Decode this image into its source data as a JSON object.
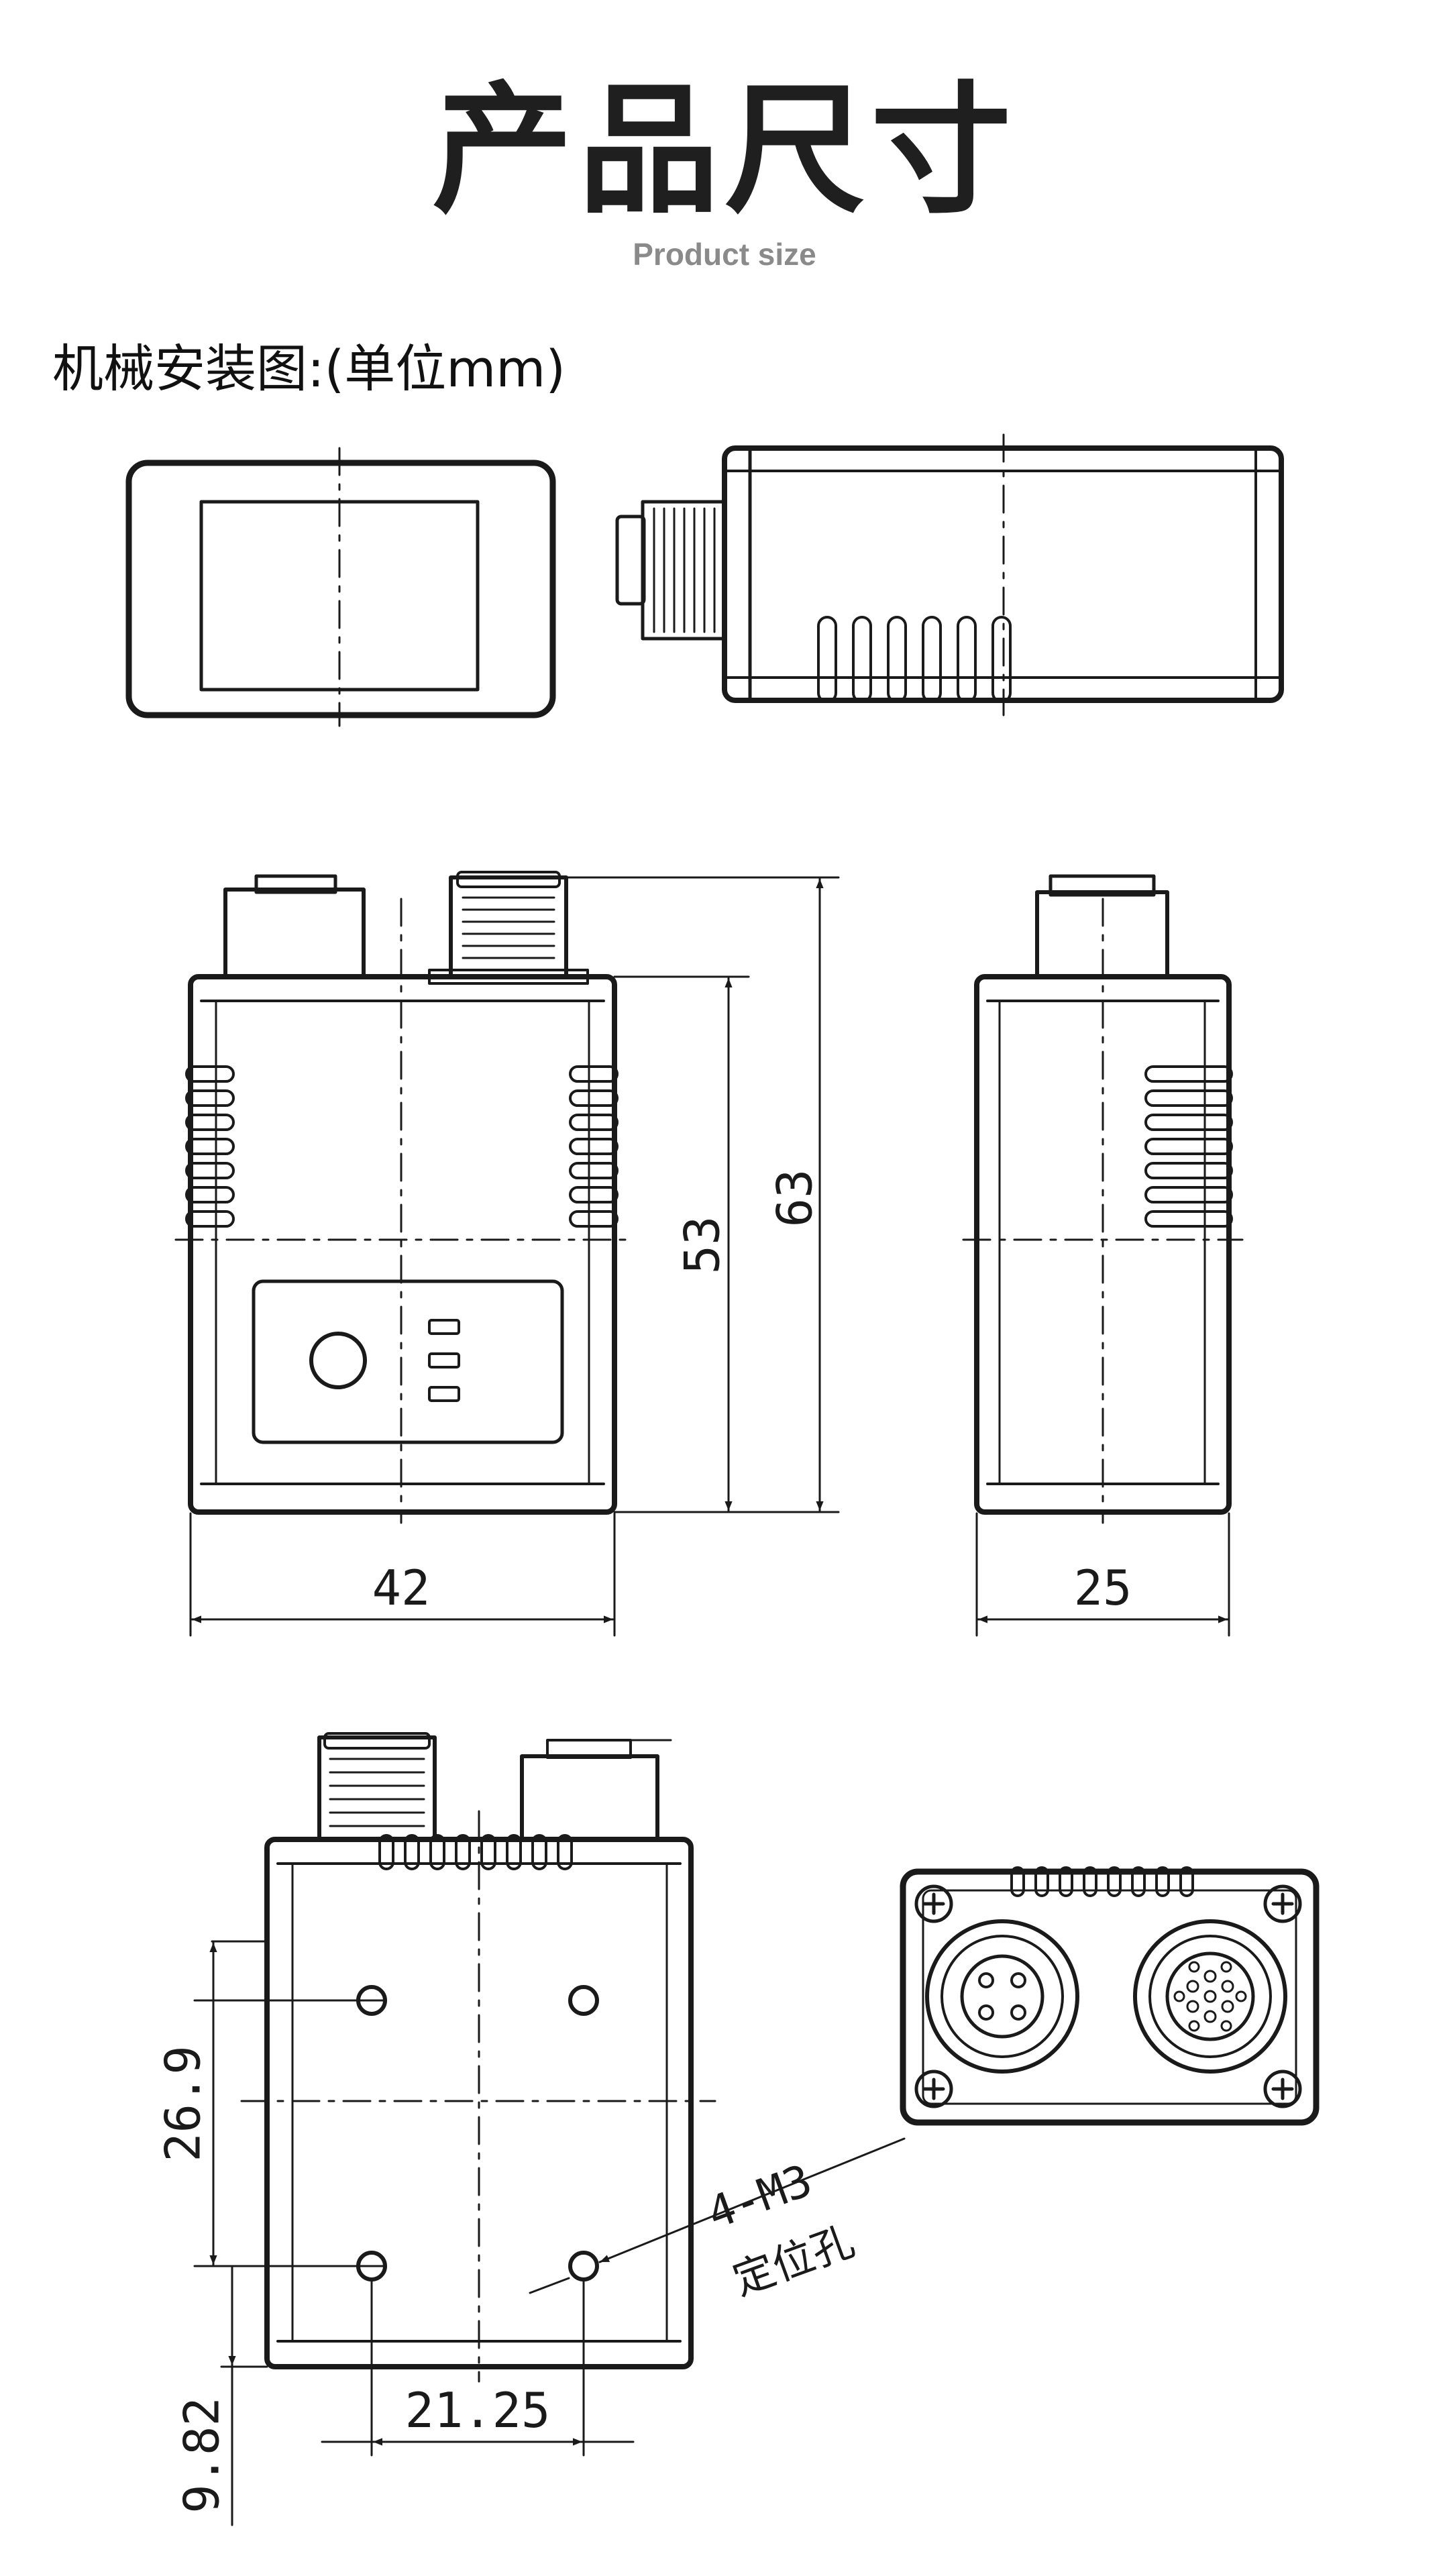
{
  "title": "产品尺寸",
  "subtitle": "Product size",
  "heading": "机械安装图:(单位mm)",
  "dimensions": {
    "width": "42",
    "body_height": "53",
    "total_height": "63",
    "depth": "25",
    "hole_vertical_spacing": "26.9",
    "hole_bottom_offset": "9.82",
    "hole_horizontal_spacing": "21.25"
  },
  "callout": {
    "thread": "4-M3",
    "description": "定位孔"
  }
}
